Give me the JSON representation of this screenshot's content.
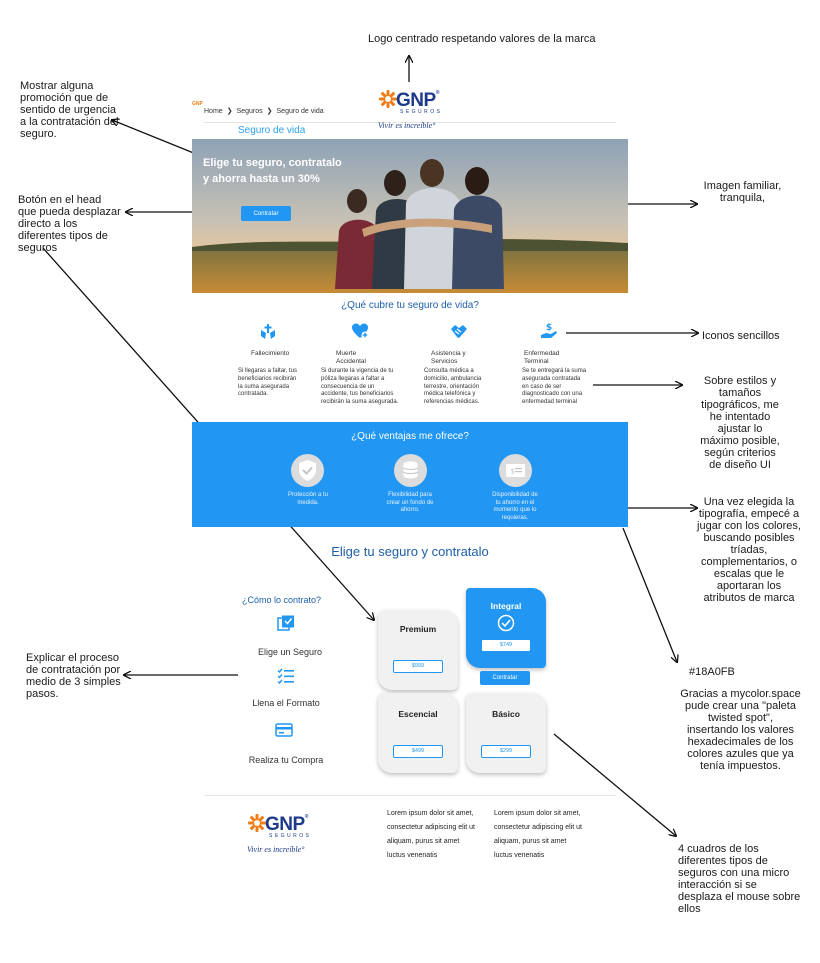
{
  "annotations": {
    "logo": "Logo centrado respetando  valores de la marca",
    "promo": [
      "Mostrar alguna",
      "promoción que de",
      "sentido de urgencia",
      "a la contratación del",
      "seguro."
    ],
    "head_button": [
      "Botón en el head",
      "que pueda desplazar",
      "directo a los",
      "diferentes tipos de",
      "seguros"
    ],
    "image": [
      "Imagen familiar,",
      "tranquila,"
    ],
    "icons": "Iconos sencillos",
    "typography": [
      "Sobre estilos y",
      "tamaños",
      "tipográficos, me",
      "he intentado",
      "ajustar lo",
      "máximo posible,",
      "según criterios",
      "de diseño UI"
    ],
    "colors": [
      "Una vez elegida la",
      "tipografía, empecé a",
      "jugar con los colores,",
      "buscando posibles",
      "tríadas,",
      "complementarios, o",
      "escalas que le",
      "aportaran los",
      "atributos de marca"
    ],
    "hex": "#18A0FB",
    "palette": [
      "Gracias a mycolor.space",
      "pude crear una \"paleta",
      "twisted spot\",",
      "insertando los valores",
      "hexadecimales de los",
      "colores azules que ya",
      "tenía impuestos."
    ],
    "process": [
      "Explicar el proceso",
      "de contratación por",
      "medio de 3 simples",
      "pasos."
    ],
    "cards": [
      "4 cuadros de los",
      "diferentes tipos de",
      "seguros con una micro",
      "interacción si se",
      "desplaza el mouse sobre",
      "ellos"
    ]
  },
  "header": {
    "small_logo": "GNP",
    "breadcrumb": [
      "Home",
      "Seguros",
      "Seguro de vida"
    ],
    "brand": "GNP",
    "brand_sub": "SEGUROS",
    "tagline": "Vivir es increíble"
  },
  "page_title": "Seguro de vida",
  "hero": {
    "title_1": "Elige tu seguro, contratalo",
    "title_2": "y ahorra hasta un 30%",
    "button": "Contratar"
  },
  "coverage": {
    "title": "¿Qué cubre tu seguro de vida?",
    "items": [
      {
        "icon": "hands-cross-icon",
        "label": "Fallecimiento",
        "desc": [
          "Si llegaras a faltar, tus",
          "beneficiarios recibirán",
          "la suma asegurada",
          "contratada."
        ]
      },
      {
        "icon": "heart-plus-icon",
        "label": "Muerte Accidental",
        "desc": [
          "Si durante la vigencia de tu",
          "póliza llegaras a faltar a",
          "consecuencia de un",
          "accidente, tus beneficiarios",
          "recibirán la suma asegurada."
        ]
      },
      {
        "icon": "handshake-icon",
        "label": "Asistencia y Servicios",
        "desc": [
          "Consulta médica a",
          "domicilio, ambulancia",
          "terrestre, orientación",
          "médica telefónica y",
          "referencias médicas."
        ]
      },
      {
        "icon": "hand-money-icon",
        "label": "Enfermedad Terminal",
        "desc": [
          "Se te entregará la suma",
          "asegurada contratada",
          "en caso de ser",
          "diagnosticado con una",
          "enfermedad terminal"
        ]
      }
    ]
  },
  "advantages": {
    "title": "¿Qué ventajas me ofrece?",
    "items": [
      {
        "icon": "shield-check-icon",
        "text": [
          "Protección a tu",
          "medida."
        ]
      },
      {
        "icon": "coins-icon",
        "text": [
          "Flexibilidad para",
          "crear un fondo de",
          "ahorro."
        ]
      },
      {
        "icon": "bill-icon",
        "text": [
          "Disponibilidad de",
          "tu ahorro en el",
          "momento que lo",
          "requieras."
        ]
      }
    ]
  },
  "choose_title": "Elige tu seguro y contratalo",
  "how": {
    "title": "¿Cómo lo contrato?",
    "steps": [
      "Elige un Seguro",
      "Llena el Formato",
      "Realiza tu Compra"
    ]
  },
  "plans": [
    {
      "name": "Premium",
      "price": "$999"
    },
    {
      "name": "Integral",
      "price": "$749"
    },
    {
      "name": "Escencial",
      "price": "$499"
    },
    {
      "name": "Básico",
      "price": "$299"
    }
  ],
  "plan_button": "Contratar",
  "footer": {
    "brand": "GNP",
    "brand_sub": "SEGUROS",
    "tagline": "Vivir es increíble",
    "col1": [
      "Lorem ipsum dolor sit amet,",
      "consectetur adipiscing elit ut",
      "aliquam, purus sit amet",
      "luctus venenatis"
    ],
    "col2": [
      "Lorem ipsum dolor sit amet,",
      "consectetur adipiscing elit ut",
      "aliquam, purus sit amet",
      "luctus venenatis"
    ]
  },
  "colors": {
    "primary": "#2196f3",
    "dark_blue": "#1d5fa8",
    "brand_navy": "#1d3a8a",
    "brand_orange": "#f07c16"
  }
}
